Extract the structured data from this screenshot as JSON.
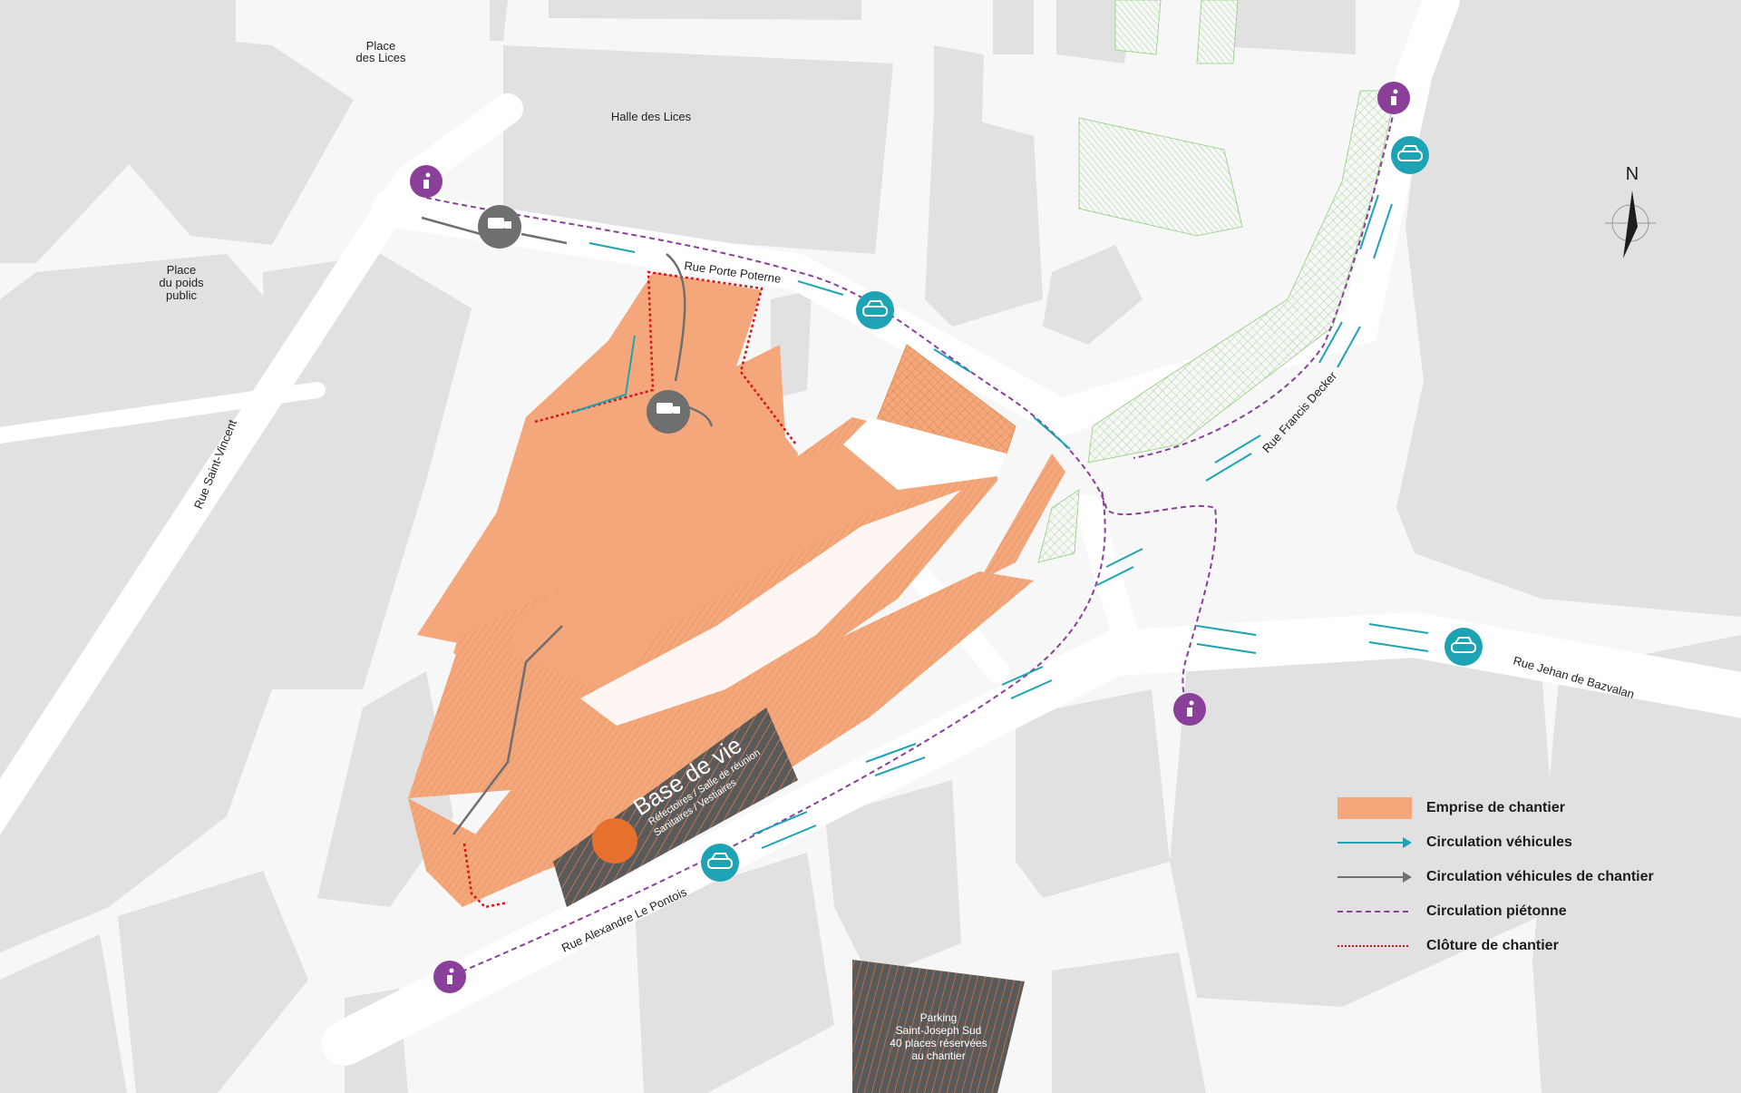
{
  "colors": {
    "building": "#e1e1e1",
    "road": "#ffffff",
    "background": "#f7f7f7",
    "worksite": "#f3a77a",
    "vehicle_flow": "#1ea3b5",
    "site_vehicle_flow": "#6f6f6f",
    "pedestrian": "#8a3f99",
    "fence": "#d7141d",
    "green": "#7ec46d",
    "base": "#5a5a5a"
  },
  "places": {
    "place_lices_line1": "Place",
    "place_lices_line2": "des Lices",
    "halle_lices": "Halle des Lices",
    "poids_line1": "Place",
    "poids_line2": "du poids",
    "poids_line3": "public"
  },
  "streets": {
    "saint_vincent": "Rue Saint-Vincent",
    "porte_poterne": "Rue Porte Poterne",
    "francis_decker": "Rue Francis Decker",
    "jehan_bazvalan": "Rue Jehan de Bazvalan",
    "alexandre_pontois": "Rue Alexandre Le Pontois"
  },
  "base_vie": {
    "title": "Base de vie",
    "line1": "Réfectoires / Salle de réunion",
    "line2": "Sanitaires / Vestiaires",
    "icon": "worker-helmet-icon"
  },
  "parking": {
    "line1": "Parking",
    "line2": "Saint-Joseph Sud",
    "line3": "40 places réservées",
    "line4": "au chantier"
  },
  "compass": {
    "label": "N"
  },
  "legend": {
    "emprise": "Emprise de chantier",
    "circulation_vehicules": "Circulation véhicules",
    "circulation_chantier": "Circulation véhicules de chantier",
    "circulation_pietonne": "Circulation piétonne",
    "cloture": "Clôture de chantier"
  },
  "icons": [
    "pedestrian-icon",
    "car-icon",
    "truck-icon",
    "compass-icon",
    "worker-helmet-icon"
  ]
}
